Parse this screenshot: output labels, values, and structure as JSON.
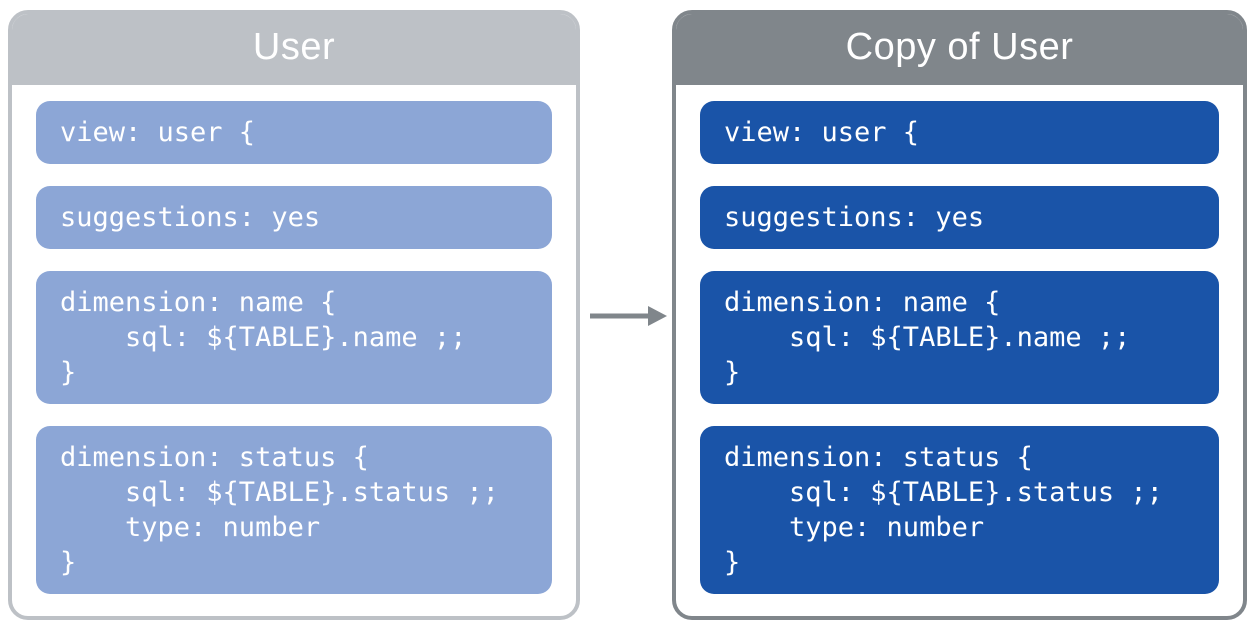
{
  "panels": [
    {
      "title": "User",
      "header_color": "#BDC1C6",
      "border_color": "#BDC1C6",
      "block_color": "#8CA6D6",
      "text_color": "#FFFFFF",
      "blocks": [
        "view: user {",
        "suggestions: yes",
        "dimension: name {\n    sql: ${TABLE}.name ;;\n}",
        "dimension: status {\n    sql: ${TABLE}.status ;;\n    type: number\n}"
      ]
    },
    {
      "title": "Copy of User",
      "header_color": "#80868B",
      "border_color": "#80868B",
      "block_color": "#1A54A8",
      "text_color": "#FFFFFF",
      "blocks": [
        "view: user {",
        "suggestions: yes",
        "dimension: name {\n    sql: ${TABLE}.name ;;\n}",
        "dimension: status {\n    sql: ${TABLE}.status ;;\n    type: number\n}"
      ]
    }
  ],
  "arrow": {
    "direction": "right",
    "color": "#80868B"
  },
  "background_color": "#FFFFFF"
}
